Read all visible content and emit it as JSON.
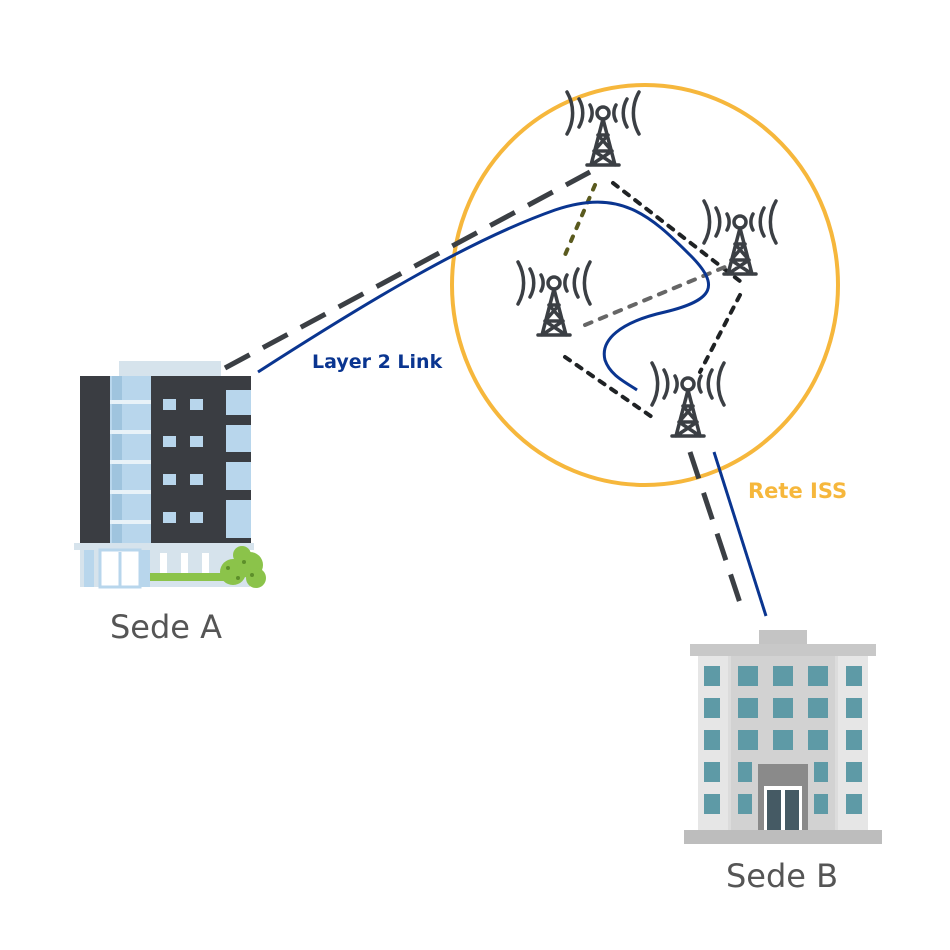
{
  "labels": {
    "link": "Layer 2 Link",
    "network": "Rete ISS",
    "site_a": "Sede A",
    "site_b": "Sede B"
  },
  "colors": {
    "link": "#0a3590",
    "network": "#f6b73c",
    "site_text": "#555555",
    "dashed": "#3b3f44",
    "tower": "#3b3f44",
    "mesh_alt": "#5a5a1e",
    "building_a_dark": "#3a3d42",
    "building_a_glass": "#b8d6ec",
    "building_b_facade": "#dcdcdc",
    "building_b_window": "#5e9aa6",
    "shrub": "#8bc34a"
  },
  "icons": {
    "towers": [
      "radio-tower-icon",
      "radio-tower-icon",
      "radio-tower-icon",
      "radio-tower-icon"
    ],
    "site_a": "office-building-icon",
    "site_b": "office-building-icon"
  }
}
